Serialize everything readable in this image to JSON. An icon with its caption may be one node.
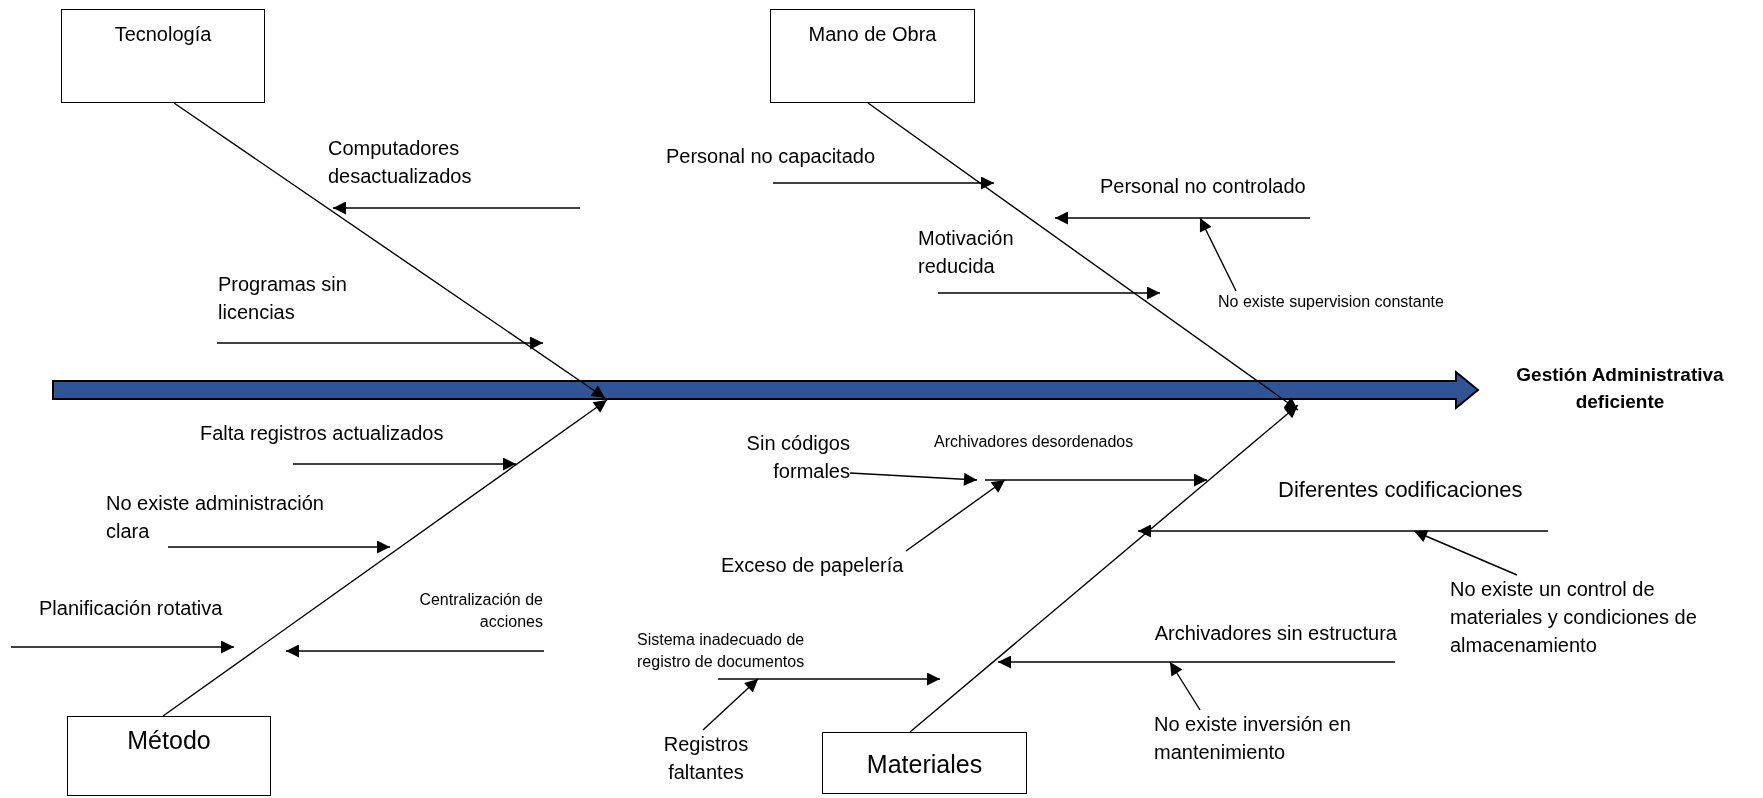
{
  "diagram": {
    "nodes": [
      {
        "text": [
          "Tecnología"
        ]
      },
      {
        "text": [
          "Mano de Obra"
        ]
      },
      {
        "text": [
          "Personal no controlado"
        ]
      },
      {
        "text": [
          "No existe supervision constante"
        ]
      },
      {
        "text": [
          "Gestión Administrativa deficiente"
        ]
      },
      {
        "text": [
          "Sin códigos formales"
        ]
      },
      {
        "text": [
          "Archivadores desordenados"
        ]
      },
      {
        "text": [
          "Diferentes codificaciones"
        ]
      },
      {
        "text": [
          "Exceso de papelería"
        ]
      },
      {
        "text": [
          "No existe un control de materiales y condiciones de almacenamiento"
        ]
      },
      {
        "text": [
          "Archivadores sin estructura"
        ]
      },
      {
        "text": [
          "Sistema inadecuado de registro de documentos"
        ]
      },
      {
        "text": [
          "Registros faltantes"
        ]
      },
      {
        "text": [
          "No existe inversión en mantenimiento"
        ]
      },
      {
        "text": [
          "Método"
        ]
      },
      {
        "text": [
          "Materiales"
        ]
      }
    ],
    "edges": [
      {
        "from": null,
        "to": 4,
        "arrow": "to",
        "style": "thick",
        "color": "#2f5597"
      },
      {
        "from": 0,
        "to": null,
        "arrow": "to"
      },
      {
        "from": 1,
        "to": null,
        "arrow": "to"
      },
      {
        "from": 14,
        "to": null,
        "arrow": "to"
      },
      {
        "from": 15,
        "to": null,
        "arrow": "to"
      },
      {
        "from": 3,
        "to": 2,
        "arrow": "to"
      },
      {
        "from": 5,
        "to": 6,
        "arrow": "to"
      },
      {
        "from": 8,
        "to": 6,
        "arrow": "to"
      },
      {
        "from": 9,
        "to": 7,
        "arrow": "to"
      },
      {
        "from": 12,
        "to": 11,
        "arrow": "to"
      },
      {
        "from": 13,
        "to": 10,
        "arrow": "to"
      },
      {
        "from": 2,
        "to": null,
        "arrow": "to"
      },
      {
        "from": 6,
        "to": null,
        "arrow": "to"
      },
      {
        "from": 7,
        "to": null,
        "arrow": "to"
      },
      {
        "from": 10,
        "to": null,
        "arrow": "to"
      },
      {
        "from": 11,
        "to": null,
        "arrow": "to"
      }
    ],
    "labels": [
      "Computadores desactualizados",
      "Personal no capacitado",
      "Motivación reducida",
      "Programas sin licencias",
      "Falta registros actualizados",
      "No existe administración clara",
      "Centralización de acciones",
      "Planificación rotativa"
    ]
  }
}
